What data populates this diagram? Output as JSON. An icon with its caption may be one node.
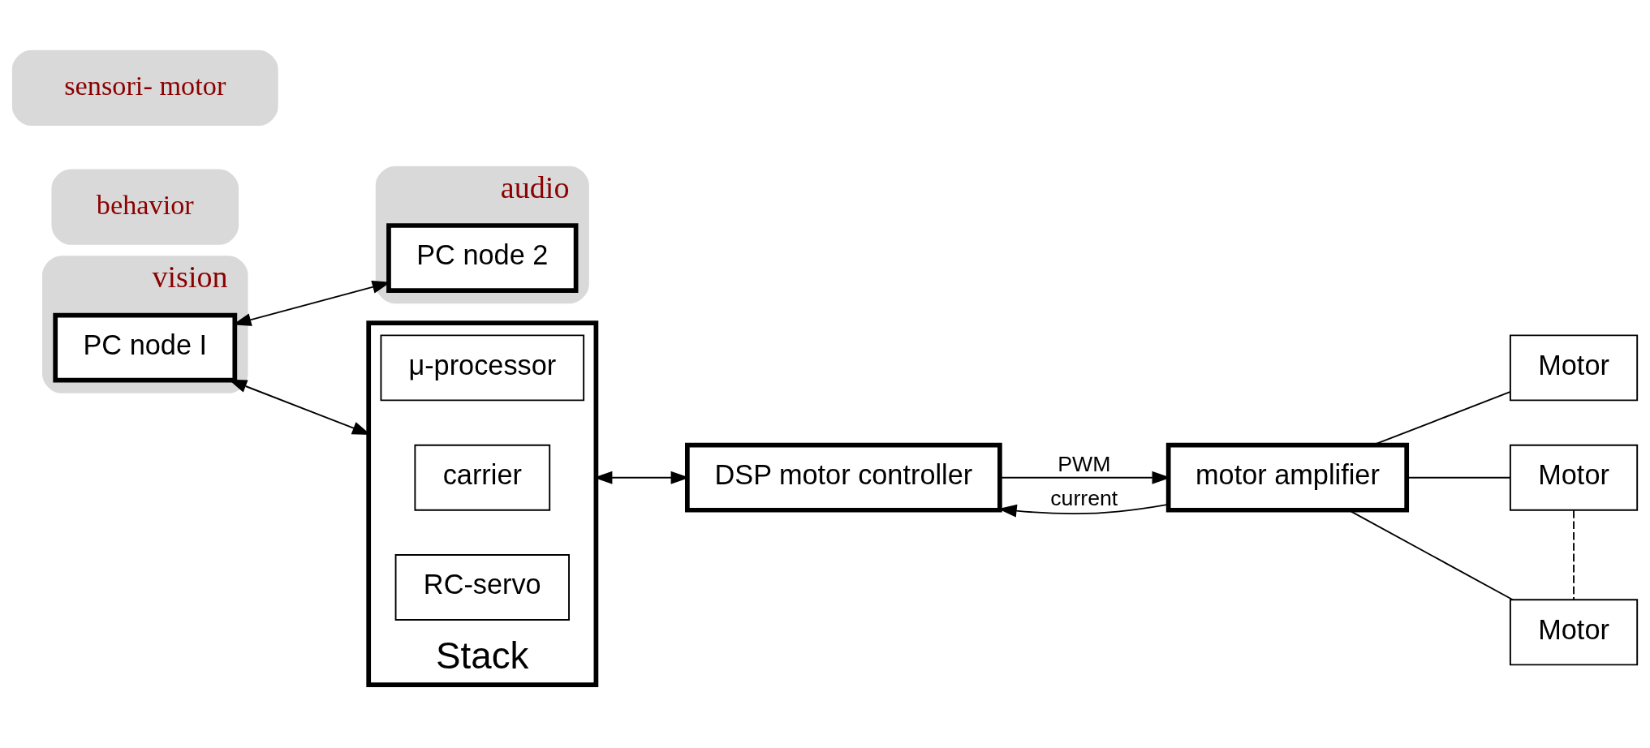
{
  "diagram": {
    "nodes": [
      {
        "text": [
          "vision"
        ]
      },
      {
        "text": [
          "PC node I"
        ],
        "in": 0
      },
      {
        "text": [
          "audio"
        ]
      },
      {
        "text": [
          "PC node 2"
        ],
        "in": 2
      },
      {
        "text": [
          "Stack"
        ]
      },
      {
        "text": [
          "behavior"
        ]
      },
      {
        "text": [
          "μ-processor"
        ],
        "in": 4
      },
      {
        "text": [
          "carrier"
        ],
        "in": 4
      },
      {
        "text": [
          "sensori- motor"
        ]
      },
      {
        "text": [
          "RC-servo"
        ],
        "in": 4
      },
      {
        "text": [
          "DSP motor controller"
        ]
      },
      {
        "text": [
          "motor amplifier"
        ]
      },
      {
        "text": [
          "Motor"
        ]
      },
      {
        "text": [
          "Motor"
        ]
      },
      {
        "text": [
          "Motor"
        ]
      }
    ],
    "edges": [
      {
        "from": 1,
        "to": 4,
        "arrow": "both"
      },
      {
        "from": 1,
        "to": 3,
        "arrow": "both"
      },
      {
        "from": 4,
        "to": 10,
        "arrow": "both"
      },
      {
        "from": 10,
        "to": 11,
        "arrow": "to",
        "label": "PWM"
      },
      {
        "from": 11,
        "to": 10,
        "arrow": "to",
        "label": "current"
      },
      {
        "from": 11,
        "to": 12,
        "arrow": "none"
      },
      {
        "from": 11,
        "to": 13,
        "arrow": "none"
      },
      {
        "from": 11,
        "to": 14,
        "arrow": "none"
      },
      {
        "from": 13,
        "to": 14,
        "arrow": "none",
        "style": "dashed"
      }
    ]
  }
}
